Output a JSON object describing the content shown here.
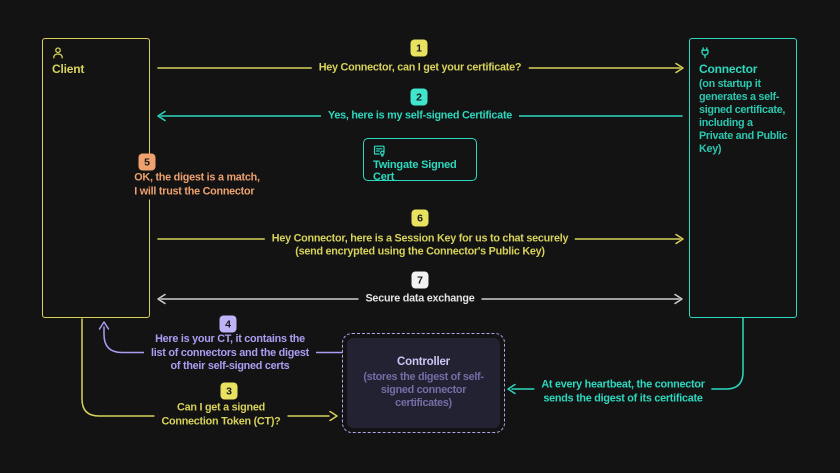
{
  "colors": {
    "background": "#131314",
    "yellow": "#d8d25a",
    "teal": "#2dd9be",
    "orange": "#eea16e",
    "purple": "#ab9ef2",
    "white": "#e3e3e3",
    "controller_fill": "#222232"
  },
  "actors": {
    "client": {
      "label": "Client"
    },
    "connector": {
      "label": "Connector",
      "note": "(on startup it generates a self-signed certificate, including a Private and Public Key)"
    },
    "controller": {
      "label": "Controller",
      "note": "(stores the digest of self-signed connector certificates)"
    },
    "signed_cert": {
      "label": "Twingate Signed Cert"
    }
  },
  "steps": {
    "s1": {
      "num": "1",
      "line1": "Hey Connector, can I get your certificate?"
    },
    "s2": {
      "num": "2",
      "line1": "Yes, here is my self-signed Certificate"
    },
    "s3": {
      "num": "3",
      "line1": "Can I get a signed",
      "line2": "Connection Token (CT)?"
    },
    "s4": {
      "num": "4",
      "line1": "Here is your CT, it contains the",
      "line2": "list of connectors and the digest",
      "line3": "of their self-signed certs"
    },
    "s5": {
      "num": "5",
      "line1": "OK, the digest is a match,",
      "line2": "I will trust the Connector"
    },
    "s6": {
      "num": "6",
      "line1": "Hey Connector, here is a Session Key for us to chat securely",
      "line2": "(send encrypted using the Connector's Public Key)"
    },
    "s7": {
      "num": "7",
      "line1": "Secure data exchange"
    }
  },
  "notes": {
    "heartbeat": {
      "line1": "At every heartbeat, the connector",
      "line2": "sends the digest of its certificate"
    }
  }
}
